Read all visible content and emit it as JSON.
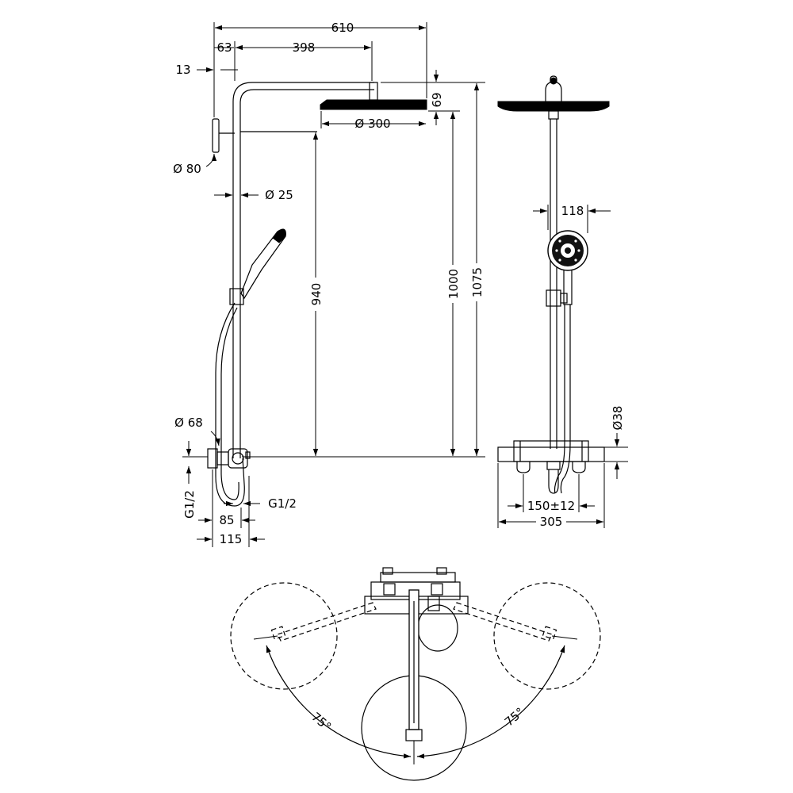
{
  "dimensions": {
    "d610": "610",
    "d63": "63",
    "d398": "398",
    "d13": "13",
    "d69": "69",
    "d300": "Ø 300",
    "d80": "Ø 80",
    "d25": "Ø 25",
    "d940": "940",
    "d1000": "1000",
    "d1075": "1075",
    "d118": "118",
    "d68": "Ø 68",
    "d38": "Ø38",
    "g12_left": "G1/2",
    "g12_right": "G1/2",
    "d85": "85",
    "d115": "115",
    "d150": "150±12",
    "d305": "305"
  },
  "angles": {
    "left": "75°",
    "right": "75°"
  }
}
